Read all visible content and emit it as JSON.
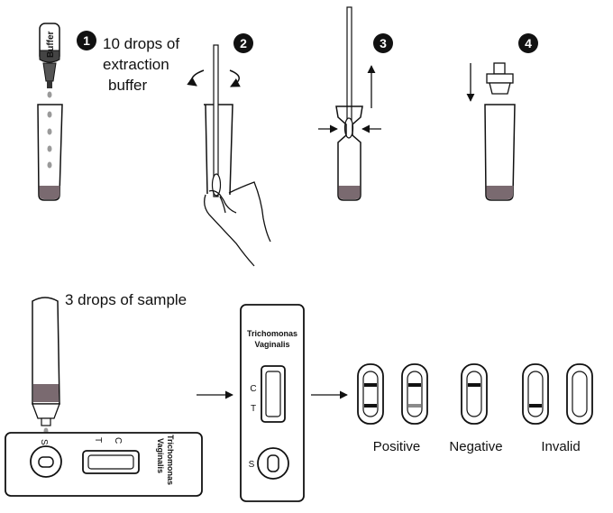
{
  "steps": {
    "s1": {
      "number": "1",
      "text_lines": [
        "10 drops of",
        "extraction",
        "buffer"
      ],
      "bottle_label": "Buffer"
    },
    "s2": {
      "number": "2"
    },
    "s3": {
      "number": "3"
    },
    "s4": {
      "number": "4"
    }
  },
  "sample": {
    "text": "3 drops of sample"
  },
  "cassette_horizontal": {
    "brand_lines": [
      "Trichomonas",
      "Vaginalis"
    ],
    "t_label": "T",
    "c_label": "C",
    "s_label": "S"
  },
  "cassette_vertical": {
    "brand_lines": [
      "Trichomonas",
      "Vaginalis"
    ],
    "c_label": "C",
    "t_label": "T",
    "s_label": "S"
  },
  "results": {
    "positive": "Positive",
    "negative": "Negative",
    "invalid": "Invalid"
  },
  "colors": {
    "ink": "#111111",
    "sediment": "#7a6a70",
    "drop": "#9a9a9a",
    "faint_line": "#8a8a8a"
  }
}
